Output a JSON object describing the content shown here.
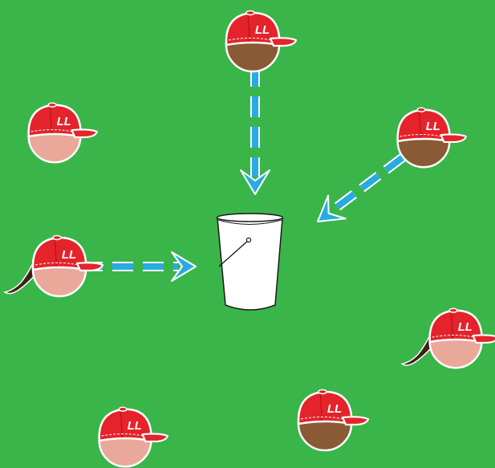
{
  "diagram": {
    "background_color": "#3ab54a",
    "cap_logo_text": "LL",
    "cap_color": "#e4232b",
    "arrow_color": "#29aae1",
    "bucket_color": "#ffffff",
    "players": [
      {
        "id": "p1",
        "skin": "#8a5a34",
        "ponytail": false,
        "throws_to_bucket": true
      },
      {
        "id": "p2",
        "skin": "#e9a89a",
        "ponytail": false,
        "throws_to_bucket": false
      },
      {
        "id": "p3",
        "skin": "#8a5a34",
        "ponytail": false,
        "throws_to_bucket": true
      },
      {
        "id": "p4",
        "skin": "#e9a89a",
        "ponytail": true,
        "throws_to_bucket": true
      },
      {
        "id": "p5",
        "skin": "#e9a89a",
        "ponytail": true,
        "throws_to_bucket": false
      },
      {
        "id": "p6",
        "skin": "#e9a89a",
        "ponytail": false,
        "throws_to_bucket": false
      },
      {
        "id": "p7",
        "skin": "#8a5a34",
        "ponytail": false,
        "throws_to_bucket": false
      }
    ]
  }
}
